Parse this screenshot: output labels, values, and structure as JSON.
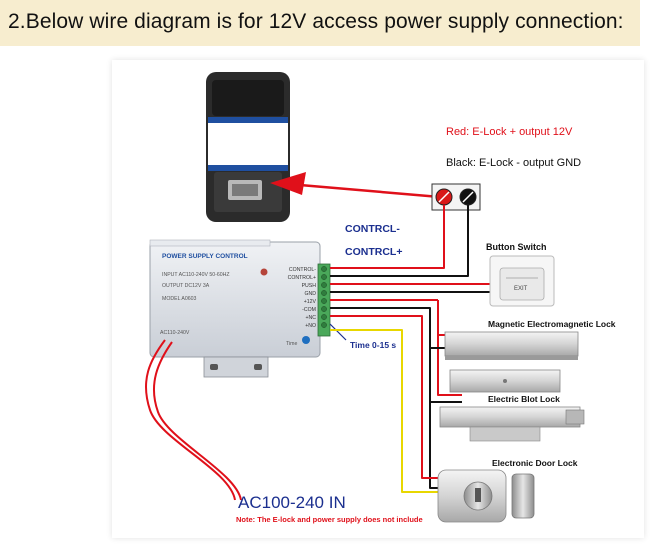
{
  "title": "2.Below wire diagram is for 12V access power supply connection:",
  "legend": {
    "red": "Red: E-Lock + output 12V",
    "black": "Black: E-Lock - output GND"
  },
  "labels": {
    "contrl_minus": "CONTRCL-",
    "contrl_plus": "CONTRCL+",
    "button_switch": "Button Switch",
    "exit": "EXIT",
    "mag_lock": "Magnetic Electromagnetic Lock",
    "bolt_lock": "Electric Blot Lock",
    "door_lock": "Electronic Door Lock",
    "time": "Time 0-15 s",
    "ac_in": "AC100-240 IN",
    "note": "Note: The E-lock and power supply does not include"
  },
  "psu": {
    "title": "POWER SUPPLY CONTROL",
    "input": "INPUT  AC110-240V 50-60HZ",
    "output": "OUTPUT  DC12V  3A",
    "model": "MODEL  A0603",
    "ac_small": "AC110-240V",
    "terminals": [
      "CONTROL-",
      "CONTROL+",
      "PUSH",
      "GND",
      "+12V",
      "-COM",
      "+NC",
      "+NO"
    ],
    "time_small": "Time"
  },
  "colors": {
    "red_wire": "#e0101a",
    "black_wire": "#111111",
    "yellow_wire": "#e8d700",
    "accent_red": "#e0101a",
    "psu_body": "#dfe3ea"
  }
}
